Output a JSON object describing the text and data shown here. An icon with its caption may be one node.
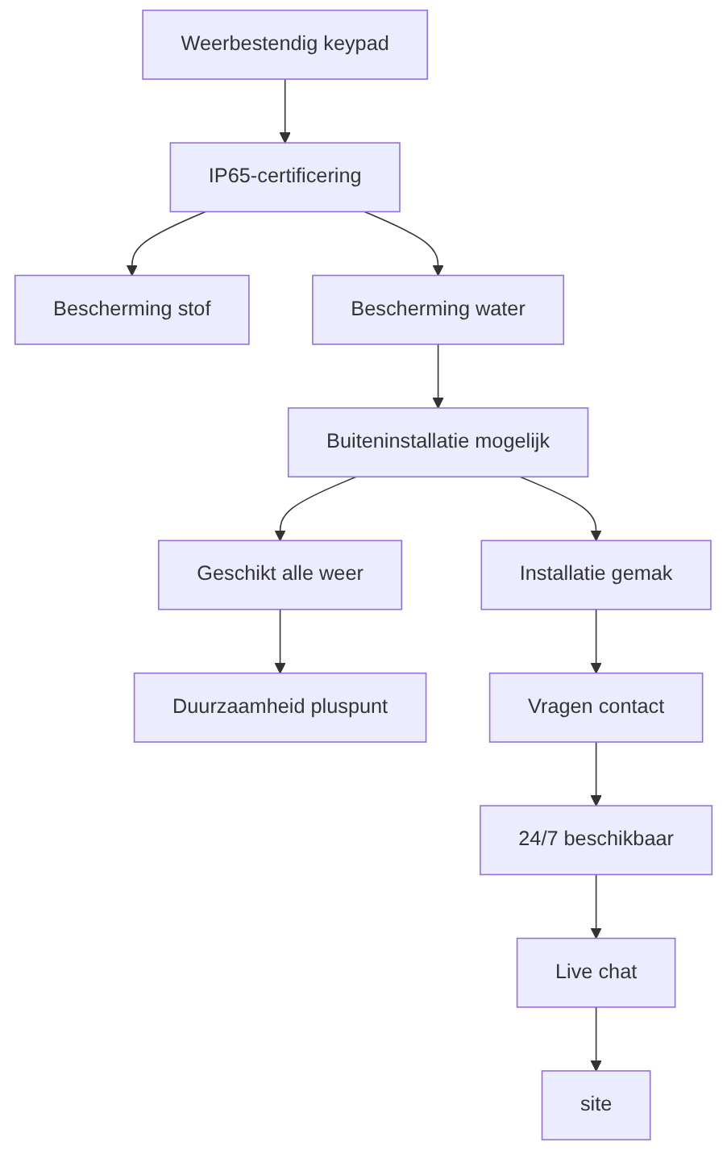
{
  "diagram": {
    "nodes": [
      {
        "text": [
          "Weerbestendig keypad"
        ]
      },
      {
        "text": [
          "IP65-certificering"
        ]
      },
      {
        "text": [
          "Bescherming stof"
        ]
      },
      {
        "text": [
          "Bescherming water"
        ]
      },
      {
        "text": [
          "Buiteninstallatie mogelijk"
        ]
      },
      {
        "text": [
          "Geschikt alle weer"
        ]
      },
      {
        "text": [
          "Installatie gemak"
        ]
      },
      {
        "text": [
          "Duurzaamheid pluspunt"
        ]
      },
      {
        "text": [
          "Vragen contact"
        ]
      },
      {
        "text": [
          "24/7 beschikbaar"
        ]
      },
      {
        "text": [
          "Live chat"
        ]
      },
      {
        "text": [
          "site"
        ]
      }
    ],
    "edges": [
      {
        "from": 0,
        "to": 1,
        "arrow": "to"
      },
      {
        "from": 1,
        "to": 2,
        "arrow": "to"
      },
      {
        "from": 1,
        "to": 3,
        "arrow": "to"
      },
      {
        "from": 3,
        "to": 4,
        "arrow": "to"
      },
      {
        "from": 4,
        "to": 5,
        "arrow": "to"
      },
      {
        "from": 4,
        "to": 6,
        "arrow": "to"
      },
      {
        "from": 5,
        "to": 7,
        "arrow": "to"
      },
      {
        "from": 6,
        "to": 8,
        "arrow": "to"
      },
      {
        "from": 8,
        "to": 9,
        "arrow": "to"
      },
      {
        "from": 9,
        "to": 10,
        "arrow": "to"
      },
      {
        "from": 10,
        "to": 11,
        "arrow": "to"
      }
    ]
  }
}
